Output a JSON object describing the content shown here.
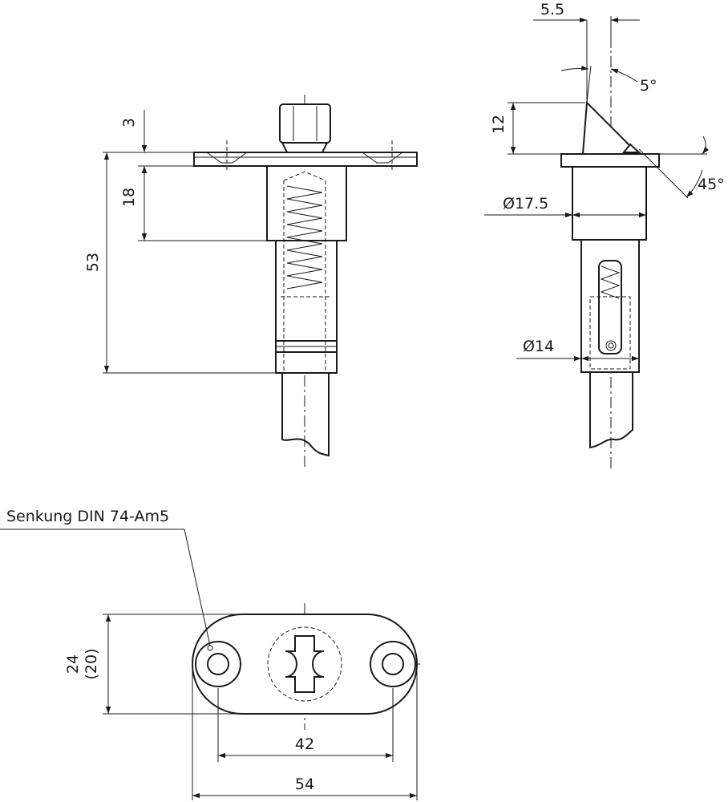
{
  "colors": {
    "line": "#1a1a1a",
    "background": "#ffffff"
  },
  "dimensions": {
    "d_3": "3",
    "d_18": "18",
    "d_53": "53",
    "d_5_5": "5.5",
    "d_5deg": "5°",
    "d_12": "12",
    "d_45deg": "45°",
    "d_dia_17_5": "Ø17.5",
    "d_dia_14": "Ø14",
    "d_24": "24",
    "d_20": "(20)",
    "d_42": "42",
    "d_54": "54"
  },
  "annotations": {
    "countersink": "Senkung DIN 74-Am5"
  }
}
